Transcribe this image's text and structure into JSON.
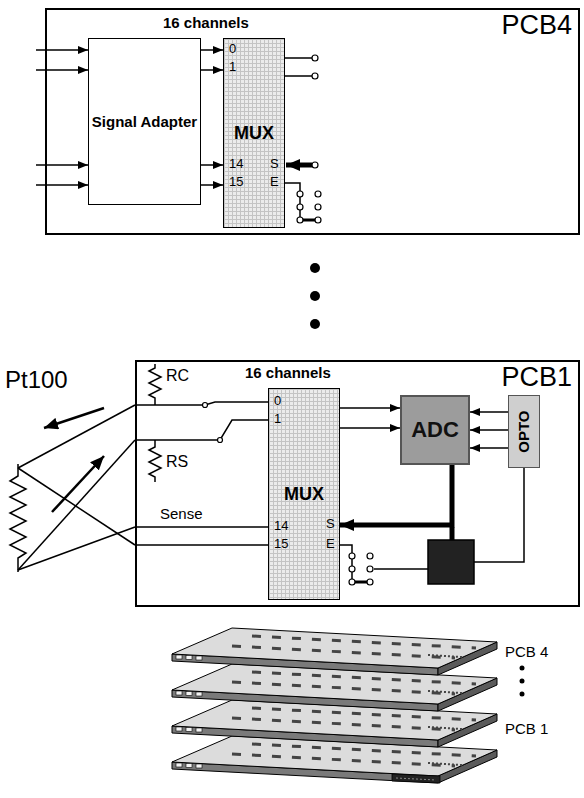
{
  "diagram": {
    "nodes": [
      {
        "text": [
          "PCB4"
        ]
      },
      {
        "text": [
          "Signal Adapter"
        ],
        "in": 0
      },
      {
        "text": [
          "MUX"
        ],
        "in": 0
      },
      {
        "text": [
          "PCB1"
        ]
      },
      {
        "text": [
          "MUX"
        ],
        "in": 3
      },
      {
        "text": [
          "ADC"
        ],
        "in": 3
      },
      {
        "text": [
          "OPTO"
        ],
        "in": 3
      }
    ],
    "edges": [
      {
        "from": 1,
        "to": 2,
        "arrow": "to"
      },
      {
        "from": 1,
        "to": 2,
        "arrow": "to"
      },
      {
        "from": 1,
        "to": 2,
        "arrow": "to"
      },
      {
        "from": 1,
        "to": 2,
        "arrow": "to"
      },
      {
        "from": 4,
        "to": 5,
        "arrow": "to"
      },
      {
        "from": 4,
        "to": 5,
        "arrow": "to"
      },
      {
        "from": 6,
        "to": 5,
        "arrow": "to"
      },
      {
        "from": 6,
        "to": 5,
        "arrow": "to"
      },
      {
        "from": 6,
        "to": 5,
        "arrow": "to"
      },
      {
        "from": 5,
        "to": 4,
        "arrow": "to"
      }
    ],
    "labels": [
      "16 channels",
      "0",
      "1",
      "14",
      "15",
      "S",
      "E",
      "Pt100",
      "RC",
      "RS",
      "16 channels",
      "0",
      "1",
      "14",
      "15",
      "S",
      "E",
      "Sense",
      "PCB 4",
      "PCB 1"
    ]
  }
}
